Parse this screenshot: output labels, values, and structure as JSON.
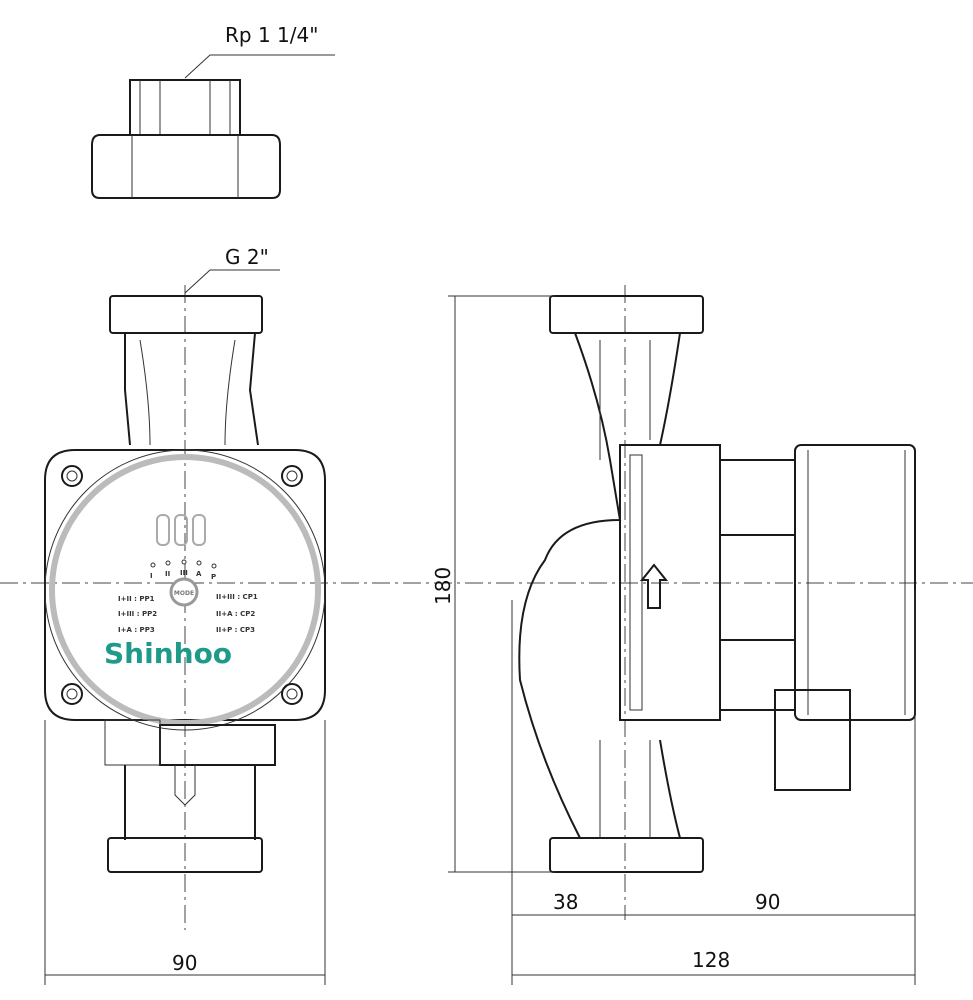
{
  "labels": {
    "union_thread": "Rp 1 1/4\"",
    "pump_thread": "G 2\"",
    "height": "180",
    "side_left": "38",
    "side_right": "90",
    "front_width": "90",
    "side_total": "128"
  },
  "control_panel": {
    "mode_button": "MODE",
    "indicators": [
      "I",
      "II",
      "III",
      "A",
      "P"
    ],
    "modes_left": [
      "I+II : PP1",
      "I+III : PP2",
      "I+A : PP3"
    ],
    "modes_right": [
      "II+III : CP1",
      "II+A : CP2",
      "II+P : CP3"
    ]
  },
  "brand": {
    "logo": "Shinhoo",
    "color": "#1f9a8a",
    "accent": "#e0501e"
  }
}
